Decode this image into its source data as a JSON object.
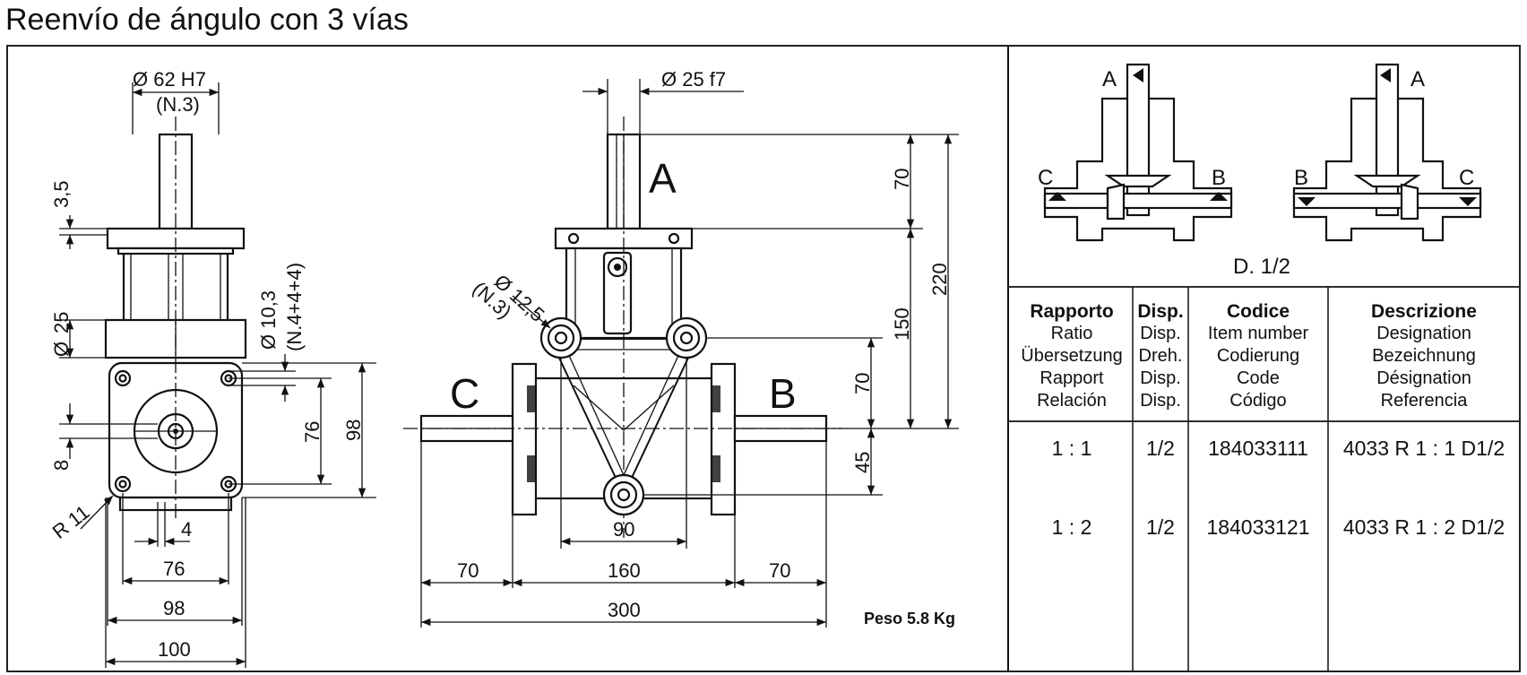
{
  "title": "Reenvío de ángulo con 3 vías",
  "side_view": {
    "dims": {
      "bore": "Ø 62 H7",
      "bore_note": "(N.3)",
      "d35": "3,5",
      "d25": "25",
      "dia": "Ø",
      "d8": "8",
      "r11": "R 11",
      "d4": "4",
      "d76": "76",
      "d98": "98",
      "d100": "100",
      "hole_dia": "Ø 10,3",
      "hole_note": "(N.4+4+4)",
      "v76": "76",
      "v98": "98"
    }
  },
  "front_view": {
    "port_a": "A",
    "port_b": "B",
    "port_c": "C",
    "dims": {
      "shaft": "Ø 25 f7",
      "pin": "Ø 12,5",
      "pin_note": "(N.3)",
      "h70a": "70",
      "h220": "220",
      "h150": "150",
      "h70b": "70",
      "h45": "45",
      "w90": "90",
      "w70l": "70",
      "w160": "160",
      "w70r": "70",
      "w300": "300"
    },
    "weight": "Peso 5.8 Kg"
  },
  "schematics": {
    "caption": "D. 1/2",
    "left": {
      "top": "A",
      "left": "C",
      "right": "B"
    },
    "right": {
      "top": "A",
      "left": "B",
      "right": "C"
    }
  },
  "table": {
    "headers": [
      {
        "bold": "Rapporto",
        "lines": [
          "Ratio",
          "Übersetzung",
          "Rapport",
          "Relación"
        ]
      },
      {
        "bold": "Disp.",
        "lines": [
          "Disp.",
          "Dreh.",
          "Disp.",
          "Disp."
        ]
      },
      {
        "bold": "Codice",
        "lines": [
          "Item number",
          "Codierung",
          "Code",
          "Código"
        ]
      },
      {
        "bold": "Descrizione",
        "lines": [
          "Designation",
          "Bezeichnung",
          "Désignation",
          "Referencia"
        ]
      }
    ],
    "rows": [
      [
        "1 : 1",
        "1/2",
        "184033111",
        "4033 R 1 : 1 D1/2"
      ],
      [
        "1 : 2",
        "1/2",
        "184033121",
        "4033 R 1 : 2 D1/2"
      ]
    ]
  }
}
